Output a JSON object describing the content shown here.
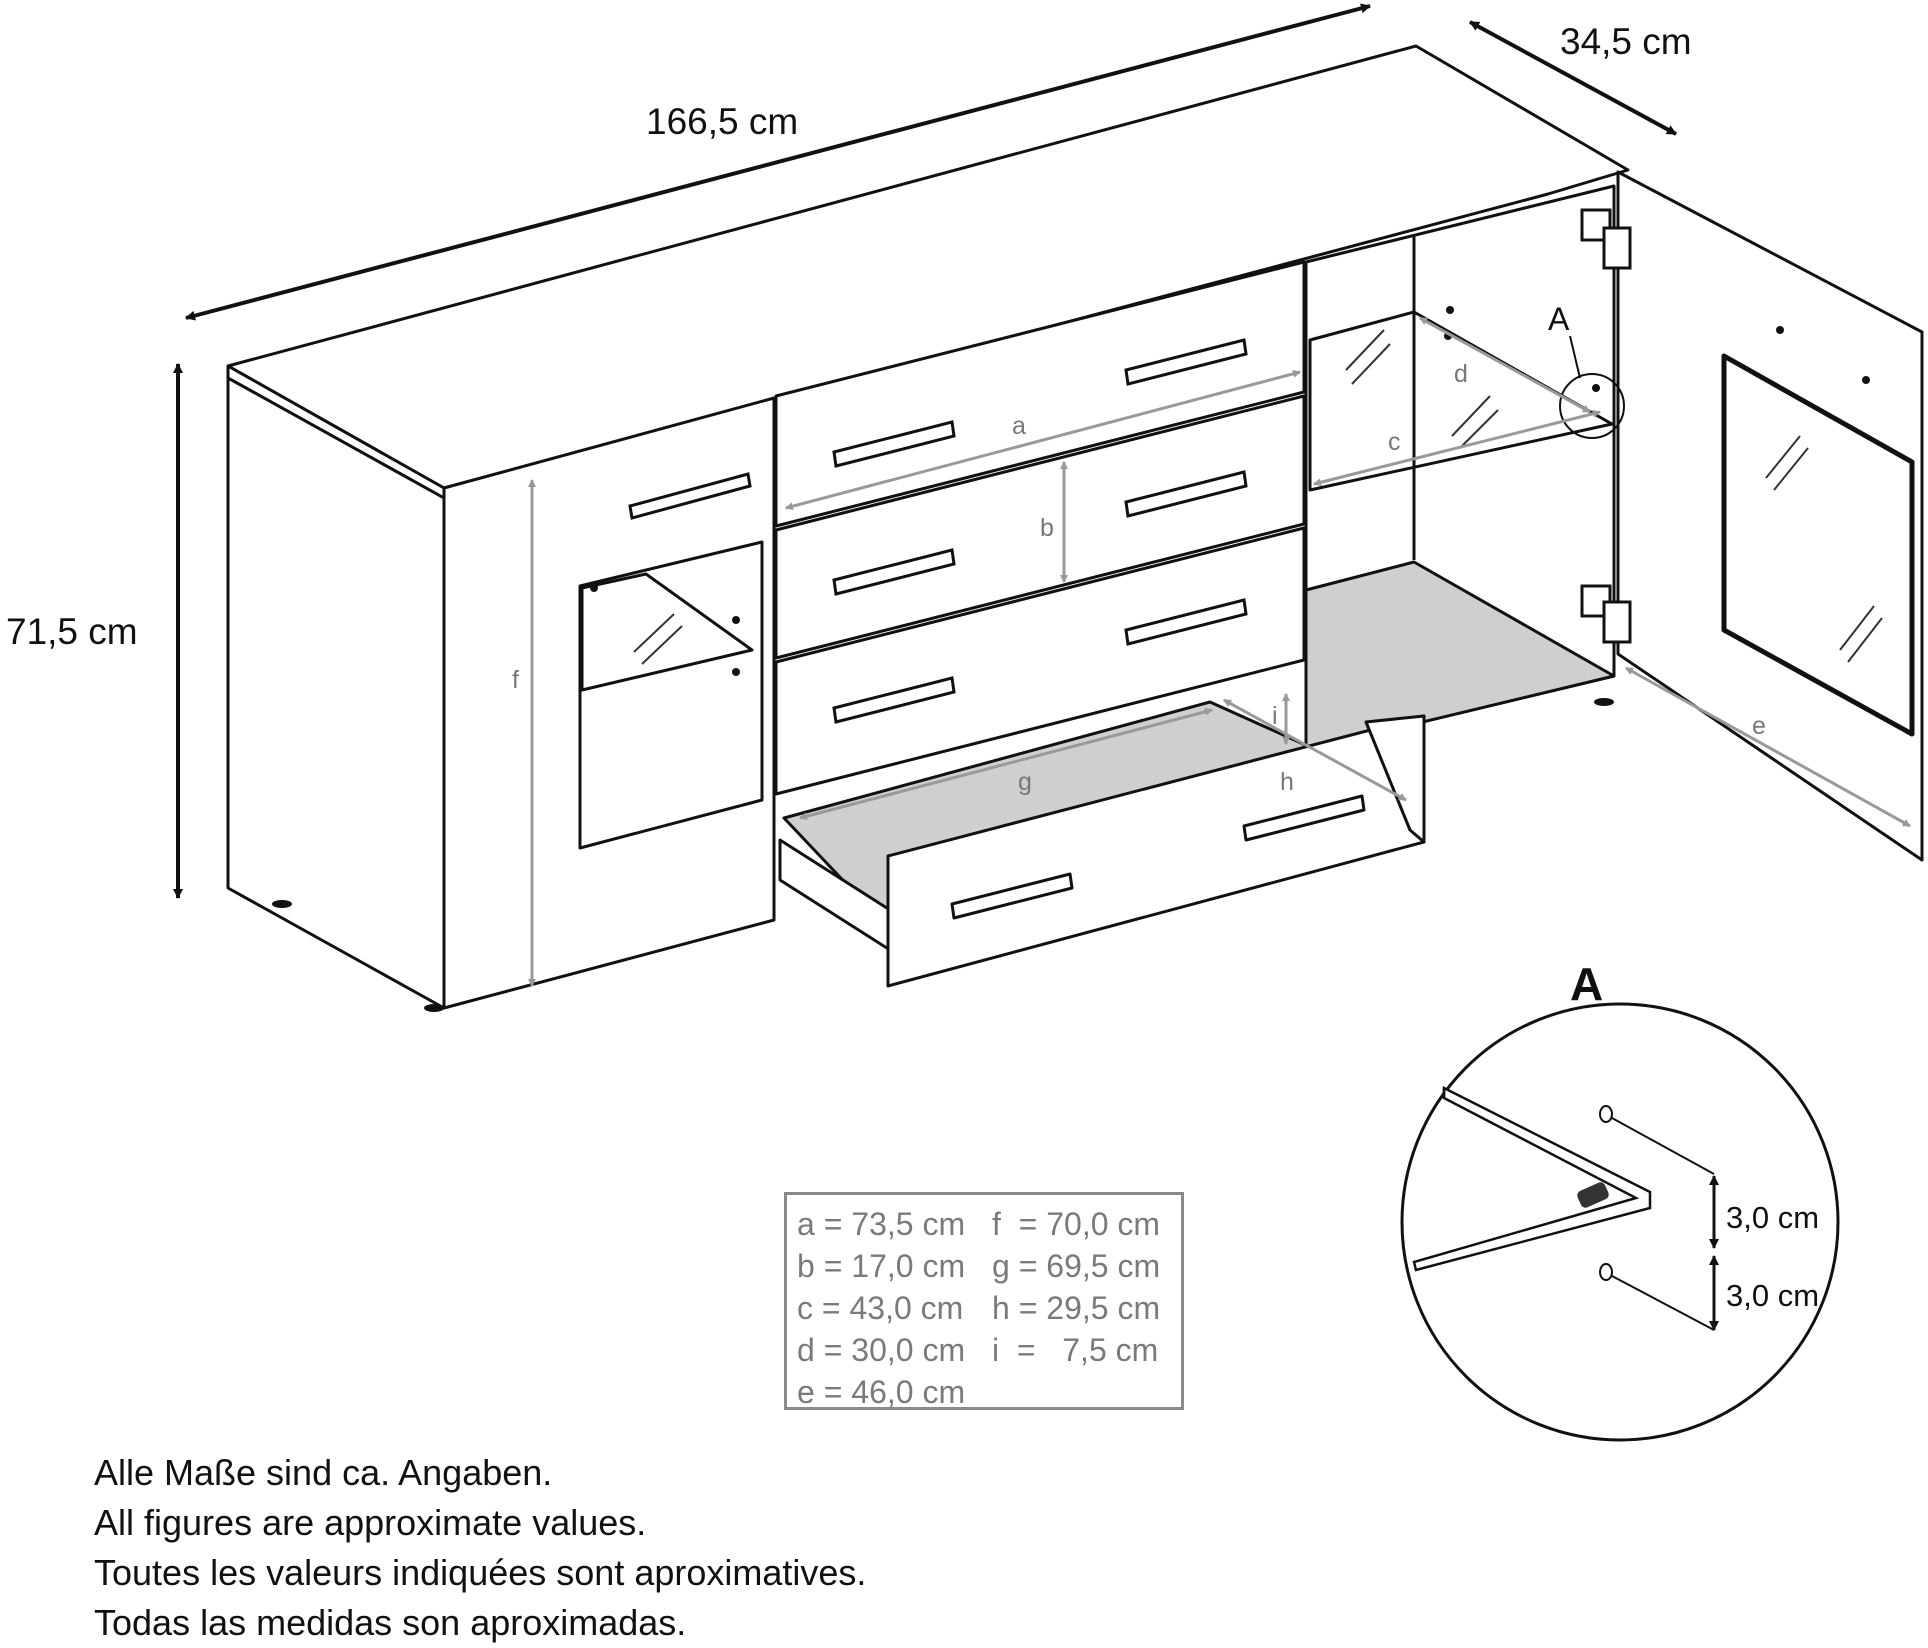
{
  "dimensions": {
    "width": "166,5 cm",
    "depth": "34,5 cm",
    "height": "71,5 cm"
  },
  "letters": [
    "a",
    "b",
    "c",
    "d",
    "e",
    "f",
    "g",
    "h",
    "i"
  ],
  "detail": {
    "label": "A",
    "spacing_top": "3,0 cm",
    "spacing_bottom": "3,0 cm"
  },
  "legend": {
    "rows": [
      {
        "left": "a = 73,5 cm",
        "right": "f  = 70,0 cm"
      },
      {
        "left": "b = 17,0 cm",
        "right": "g = 69,5 cm"
      },
      {
        "left": "c = 43,0 cm",
        "right": "h = 29,5 cm"
      },
      {
        "left": "d = 30,0 cm",
        "right": "i  =   7,5 cm"
      },
      {
        "left": "e = 46,0 cm",
        "right": ""
      }
    ]
  },
  "notes": [
    "Alle Maße sind ca. Angaben.",
    "All figures are approximate values.",
    "Toutes les valeurs indiquées sont aproximatives.",
    "Todas las medidas son aproximadas."
  ]
}
